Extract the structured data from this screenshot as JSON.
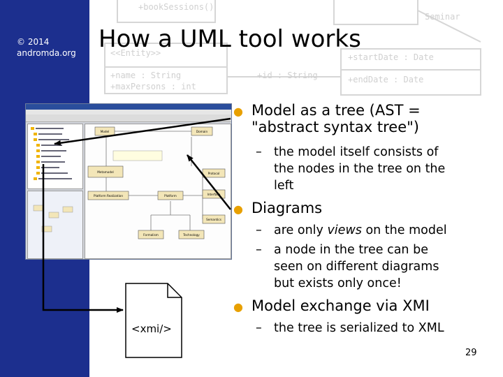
{
  "sidebar": {
    "copyright_line1": "© 2014",
    "copyright_line2": "andromda.org"
  },
  "slide": {
    "title": "How a UML tool works",
    "page_number": "29",
    "xmi_label": "<xmi/>"
  },
  "bullets": [
    {
      "lines": [
        "Model as a tree (AST =",
        "\"abstract syntax tree\")"
      ]
    },
    {
      "lines": [
        "Diagrams"
      ]
    },
    {
      "lines": [
        "Model exchange via XMI"
      ]
    }
  ],
  "subbullets": {
    "tree_1": "the model itself consists of",
    "tree_2": "the nodes in the tree on the",
    "tree_3": "left",
    "diag_a_pre": "are only ",
    "diag_a_em": "views",
    "diag_a_post": " on the model",
    "diag_b_1": "a node in the tree can be",
    "diag_b_2": "seen on different diagrams",
    "diag_b_3": "but exists only once!",
    "xmi_1": "the tree is serialized to XML"
  },
  "screenshot_labels": {
    "model": "Model",
    "domain": "Domain",
    "metamodel": "Metamodel",
    "protocol": "Protocol",
    "platform_realization": "Platform Realization",
    "platform": "Platform",
    "interface": "Interface",
    "semantics": "Semantics",
    "formalism": "Formalism",
    "technology": "Technology"
  },
  "colors": {
    "sidebar": "#1c2f8e",
    "bullet": "#e8a000",
    "uml_class_fill": "#f3e6b8"
  }
}
